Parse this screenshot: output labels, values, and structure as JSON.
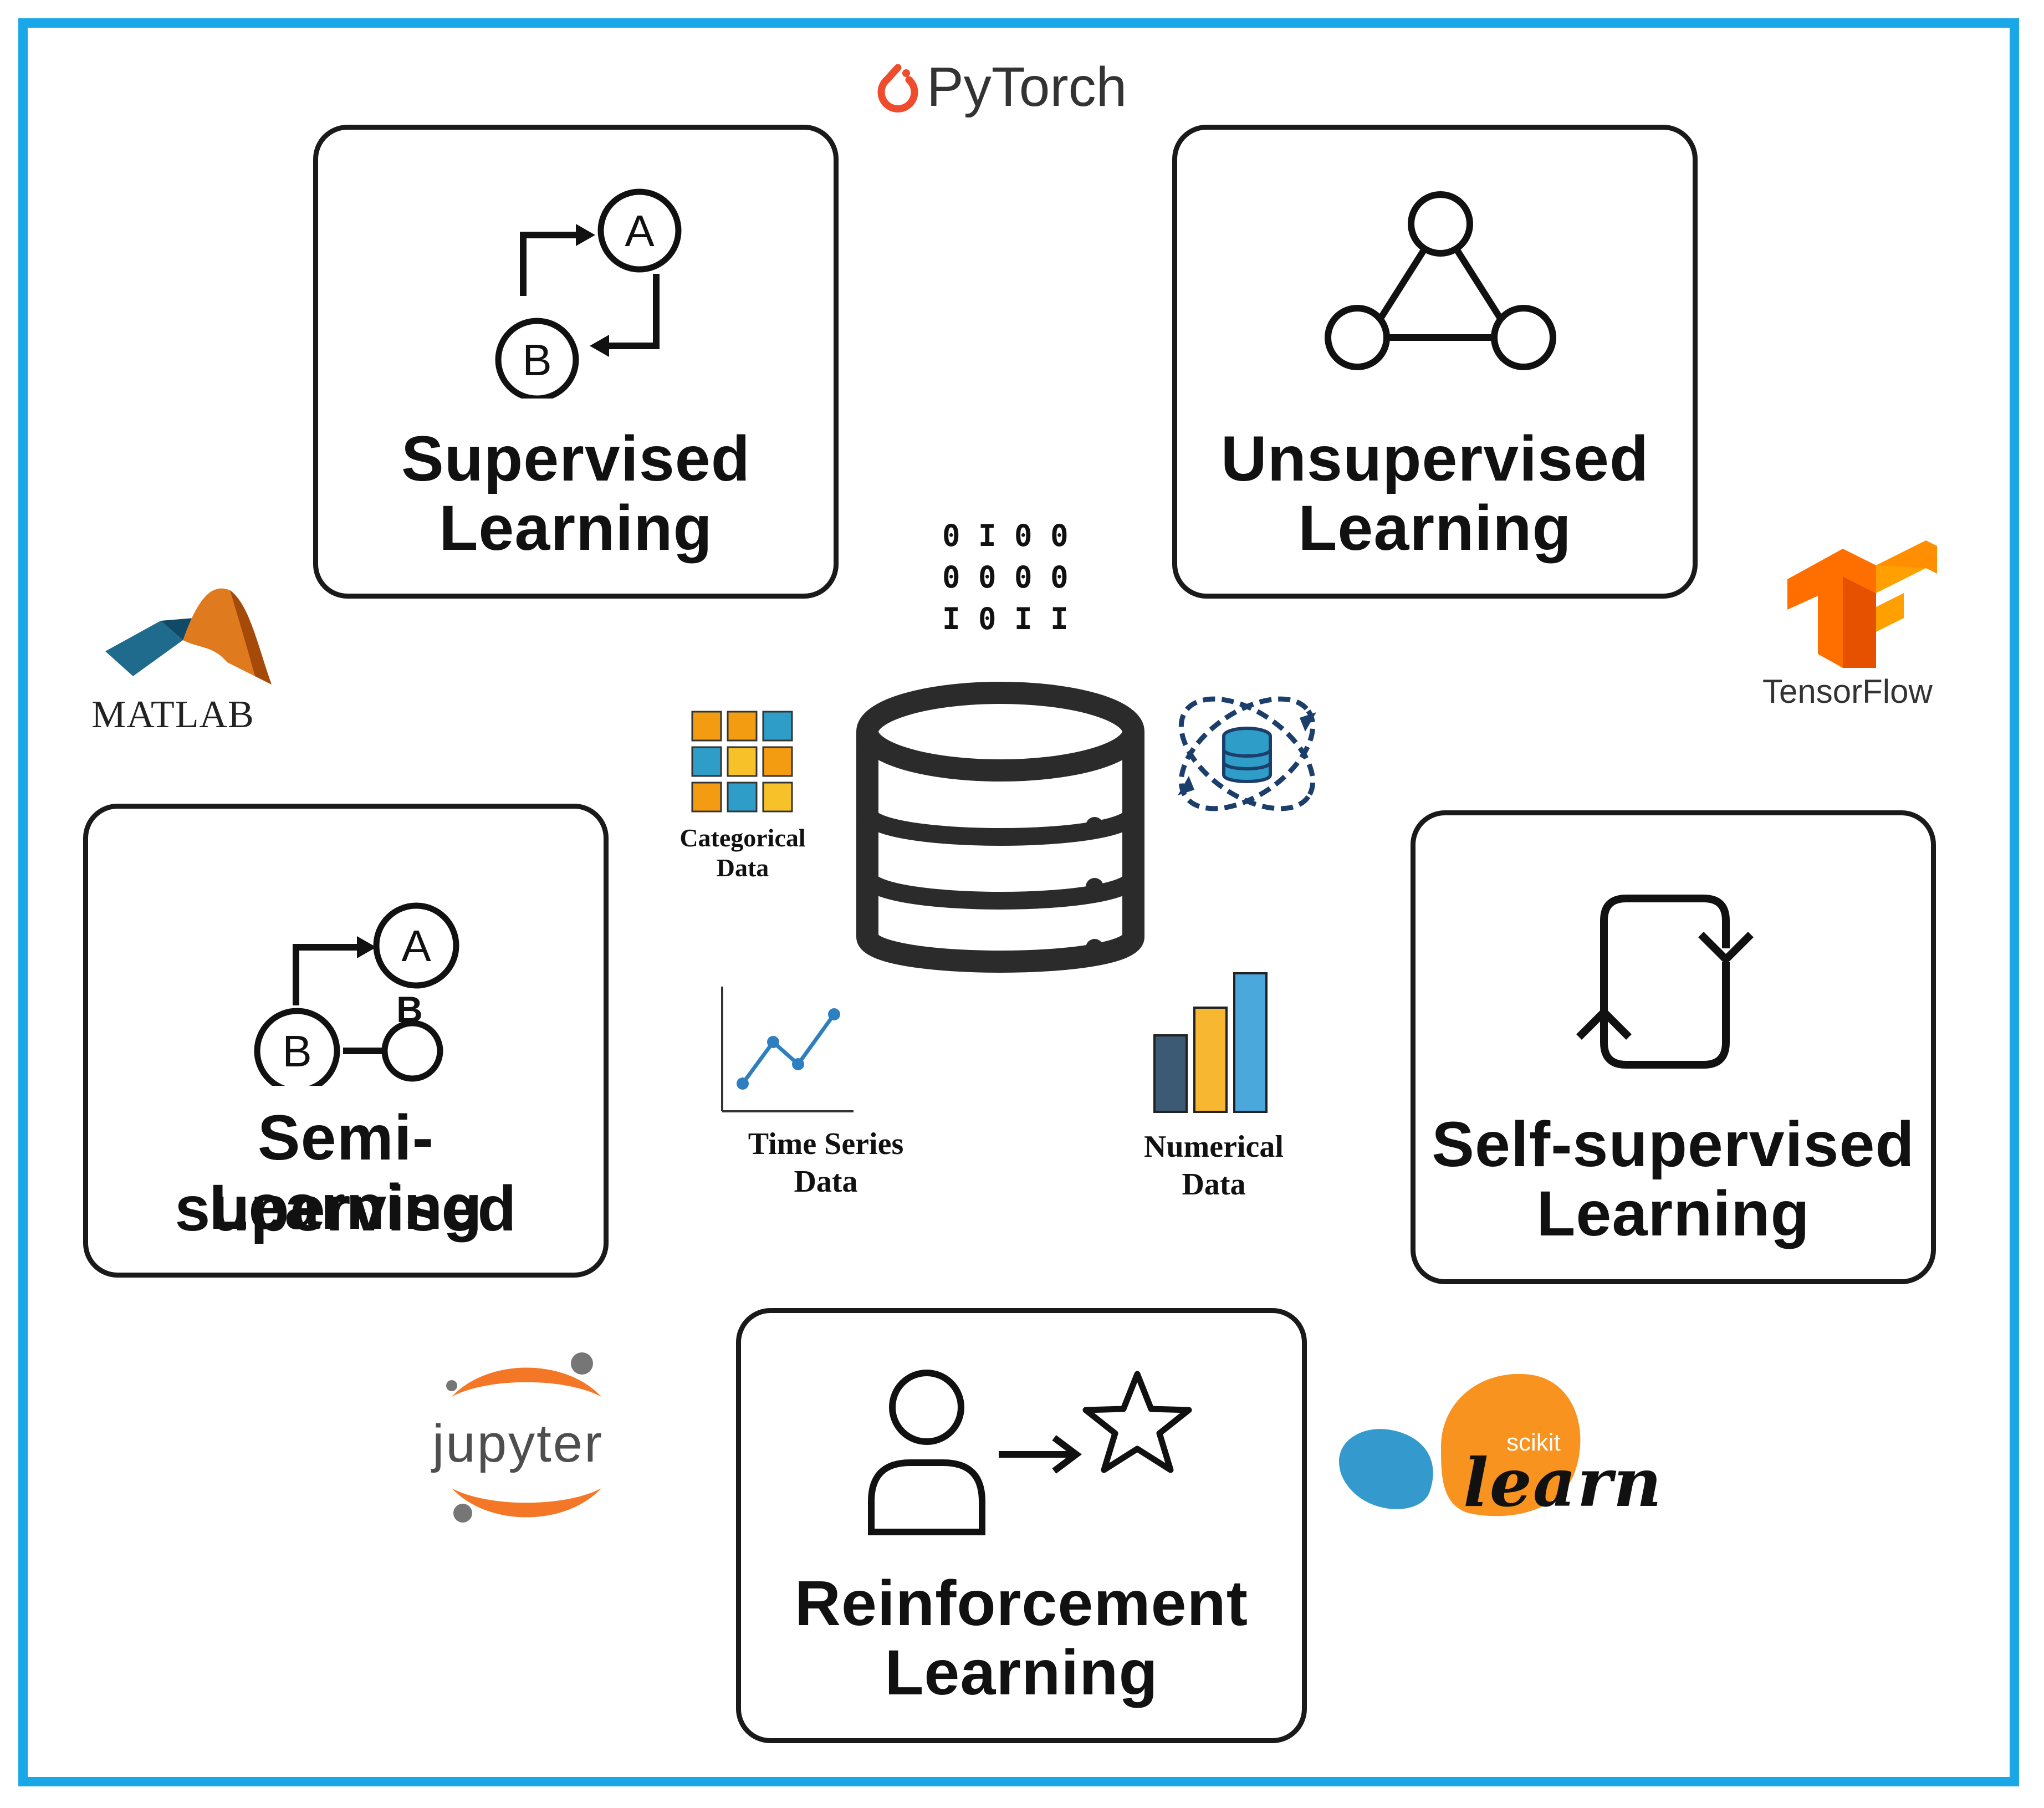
{
  "cards": {
    "supervised": {
      "line1": "Supervised",
      "line2": "Learning",
      "node_a": "A",
      "node_b": "B"
    },
    "unsupervised": {
      "line1": "Unsupervised",
      "line2": "Learning"
    },
    "semi": {
      "line1": "Semi-supervised",
      "line2": "Learning",
      "node_a": "A",
      "node_b": "B",
      "node_b_label": "B"
    },
    "self": {
      "line1": "Self-supervised",
      "line2": "Learning"
    },
    "reinforcement": {
      "line1": "Reinforcement",
      "line2": "Learning"
    }
  },
  "center": {
    "binary_rows": [
      "0 I 0 0",
      "0 0 0 0",
      "I 0 I I"
    ],
    "categorical": {
      "line1": "Categorical",
      "line2": "Data"
    },
    "time_series": {
      "line1": "Time Series",
      "line2": "Data"
    },
    "numerical": {
      "line1": "Numerical",
      "line2": "Data"
    }
  },
  "logos": {
    "pytorch": "PyTorch",
    "matlab": "MATLAB",
    "tensorflow": "TensorFlow",
    "jupyter": "jupyter",
    "scikit_small": "scikit",
    "scikit_big": "learn"
  },
  "colors": {
    "frame": "#1aa7e8",
    "pytorch": "#ee4c2c",
    "tensorflow": "#ff6f00",
    "jupyter": "#f37726",
    "sklearn_orange": "#f7931e",
    "sklearn_blue": "#3499cd",
    "bar_dark": "#3d5a75",
    "bar_yellow": "#f7b731",
    "bar_blue": "#4ba8dc",
    "grid_orange": "#f39c12",
    "grid_yellow": "#f7c12a",
    "grid_blue": "#2e9ec8"
  }
}
